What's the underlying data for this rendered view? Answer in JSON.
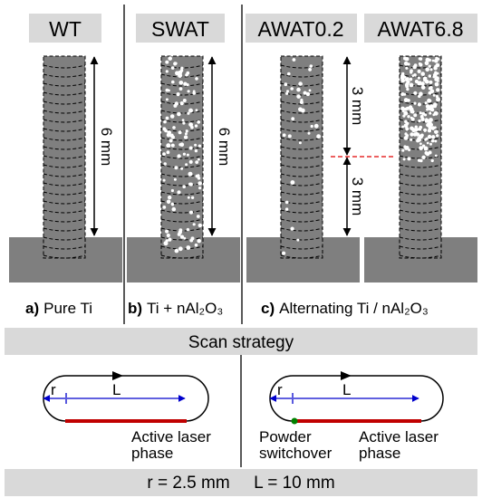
{
  "panels": [
    {
      "title": "WT",
      "letter": "a)",
      "caption": "Pure Ti",
      "dim": "6 mm"
    },
    {
      "title": "SWAT",
      "letter": "b)",
      "caption": "Ti + nAl₂O₃",
      "dim": "6 mm"
    },
    {
      "title": "AWAT0.2",
      "letter": "c)",
      "caption": "Alternating Ti / nAl₂O₃",
      "dim_top": "3 mm",
      "dim_bottom": "3 mm"
    },
    {
      "title": "AWAT6.8"
    }
  ],
  "scan": {
    "title": "Scan strategy",
    "left": {
      "r_label": "r",
      "l_label": "L",
      "active_label_1": "Active laser",
      "active_label_2": "phase"
    },
    "right": {
      "r_label": "r",
      "l_label": "L",
      "switch_label_1": "Powder",
      "switch_label_2": "switchover",
      "active_label_1": "Active laser",
      "active_label_2": "phase"
    },
    "footer": "r = 2.5 mm     L = 10 mm"
  },
  "colors": {
    "gray_bg": "#d9d9d9",
    "pillar": "#7f7f7f",
    "substrate": "#7f7f7f",
    "laser_phase": "#c00000",
    "switchover": "#008000",
    "dimension_blue": "#0000cc",
    "dashed_line": "#e00000"
  }
}
